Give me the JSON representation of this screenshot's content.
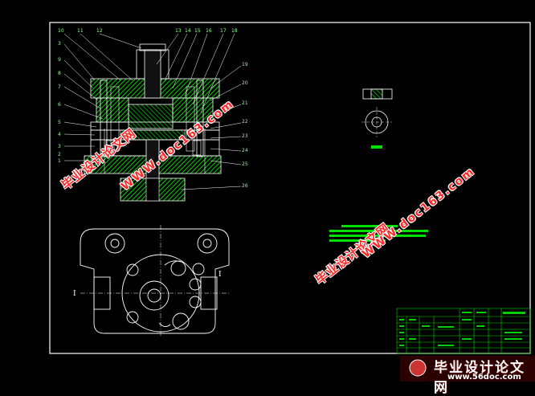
{
  "drawing": {
    "part_labels_left": [
      "10",
      "11",
      "12",
      "3",
      "9",
      "8",
      "7",
      "6",
      "5",
      "4",
      "3",
      "2",
      "1"
    ],
    "part_labels_top": [
      "13",
      "14",
      "15",
      "16",
      "17",
      "18"
    ],
    "part_labels_right": [
      "19",
      "20",
      "21",
      "22",
      "23",
      "24",
      "25",
      "26"
    ],
    "section_marks": [
      "I",
      "I"
    ]
  },
  "watermarks": {
    "site_name": "毕业设计论文网",
    "site_url": "WWW.doc163.com"
  },
  "footer": {
    "title": "毕业设计论文网",
    "url": "www.56doc.com"
  },
  "colors": {
    "frame": "#ffffff",
    "hatch": "#00d000",
    "accent_green": "#00e000",
    "watermark_red": "#ff2a2a"
  }
}
